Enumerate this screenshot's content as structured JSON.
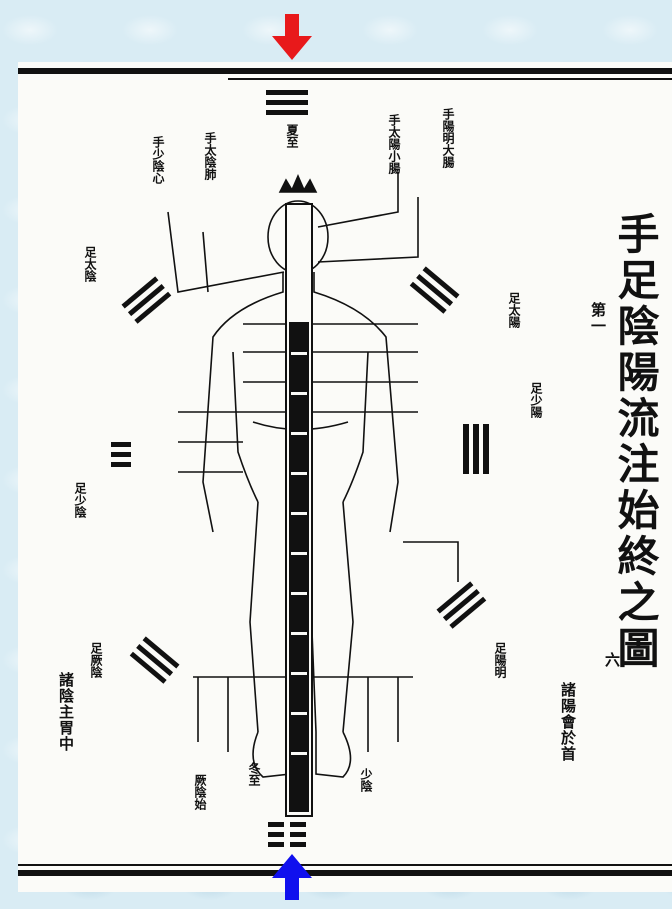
{
  "title": "手足陰陽流注始終之圖",
  "section": "第一",
  "page_number": "六",
  "left_caption": "諸陰主胃中",
  "right_caption": "諸陽會於首",
  "labels": {
    "top_center": "夏至",
    "bottom_center": "冬至",
    "bottom_left": "厥陰始",
    "bottom_right": "少陰",
    "upper_left_1": "手太陰肺",
    "upper_left_2": "手少陰心",
    "upper_right_1": "手陽明大腸",
    "upper_right_2": "手太陽小腸",
    "mid_right_1": "足太陽",
    "mid_right_2": "足少陽",
    "mid_left_1": "足太陰",
    "mid_left_2": "足少陰",
    "lower_left": "足厥陰",
    "lower_right": "足陽明"
  },
  "colors": {
    "top_arrow": "#e8191b",
    "bottom_arrow": "#1010ee",
    "ink": "#111111",
    "paper": "#fbfbf8",
    "background": "#d9ecf4"
  },
  "icons": {
    "top_arrow": "down-arrow",
    "bottom_arrow": "up-arrow"
  }
}
